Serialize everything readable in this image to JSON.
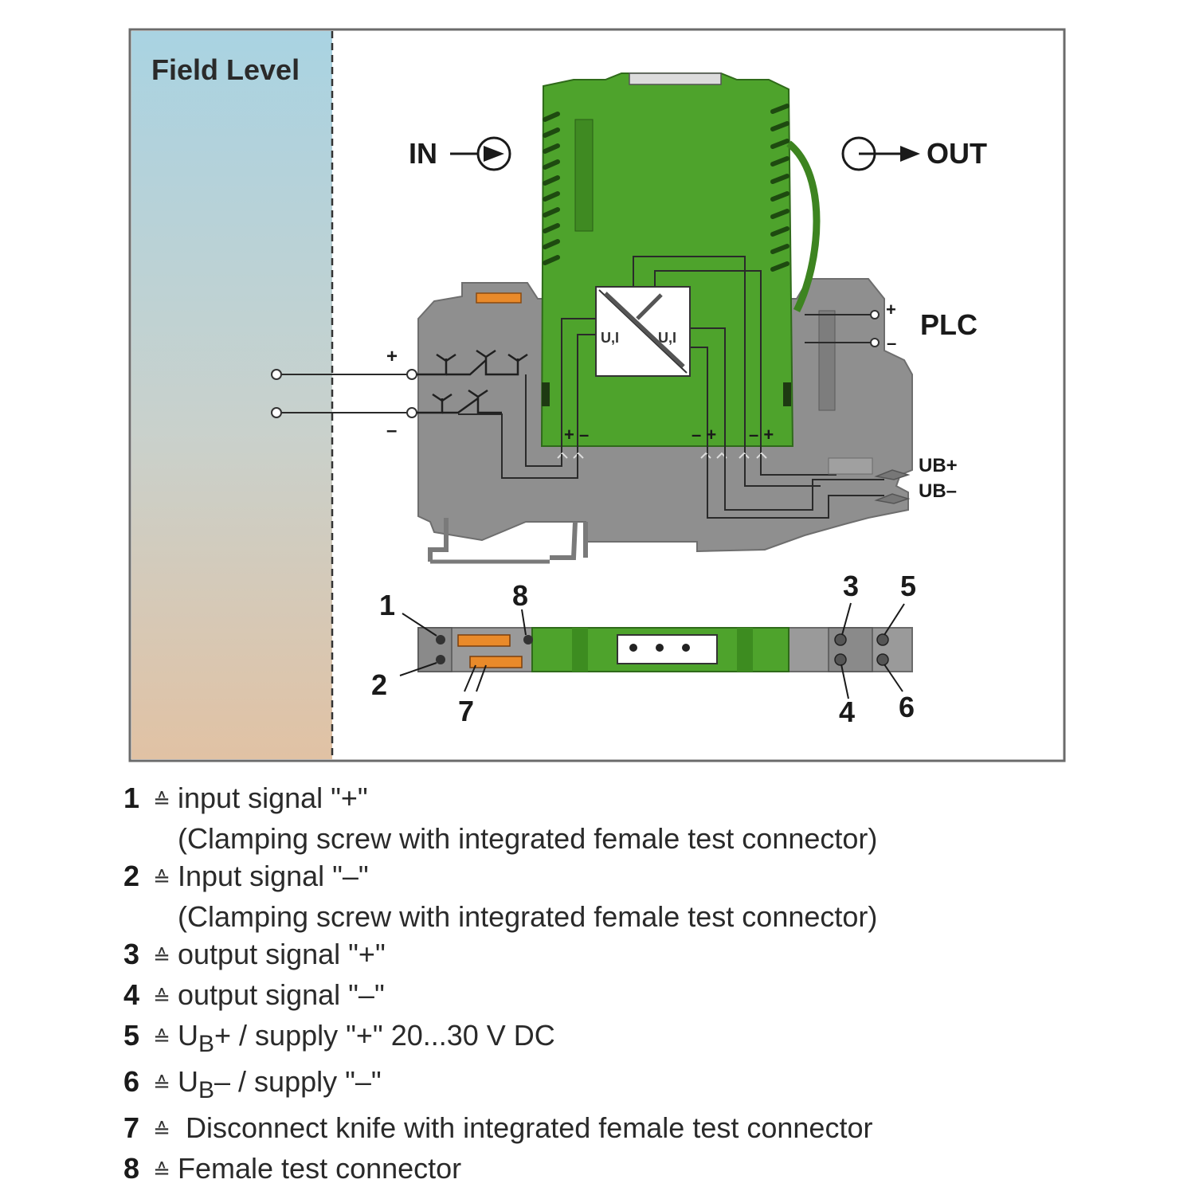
{
  "diagram": {
    "field_level": "Field Level",
    "in_label": "IN",
    "out_label": "OUT",
    "plc_label": "PLC",
    "plc_plus": "+",
    "plc_minus": "–",
    "field_plus": "+",
    "field_minus": "–",
    "ub_plus": "UB+",
    "ub_minus": "UB–",
    "converter_left": "U,I",
    "converter_right": "U,I",
    "term_pm_left": "+ –",
    "term_mp_right1": "– +",
    "term_mp_right2": "– +",
    "callouts": [
      "1",
      "2",
      "3",
      "4",
      "5",
      "6",
      "7",
      "8"
    ]
  },
  "colors": {
    "module_green": "#4ea32c",
    "housing_gray": "#8f8f8f",
    "field_top": "#a9d3e2",
    "field_bottom": "#e1c2a4",
    "orange": "#e98a2a"
  },
  "legend": [
    {
      "num": "1",
      "sym": "≙",
      "text": "input signal \"+\"",
      "sub": "(Clamping screw with integrated female test connector)"
    },
    {
      "num": "2",
      "sym": "≙",
      "text": "Input signal \"–\"",
      "sub": "(Clamping screw with integrated female test connector)"
    },
    {
      "num": "3",
      "sym": "≙",
      "text": "output signal \"+\""
    },
    {
      "num": "4",
      "sym": "≙",
      "text": "output signal \"–\""
    },
    {
      "num": "5",
      "sym": "≙",
      "text_pre": "U",
      "text_sub": "B",
      "text_post": "+ / supply \"+\" 20...30 V DC"
    },
    {
      "num": "6",
      "sym": "≙",
      "text_pre": "U",
      "text_sub": "B",
      "text_post": "– / supply \"–\""
    },
    {
      "num": "7",
      "sym": "≙",
      "text": " Disconnect knife with integrated female test connector"
    },
    {
      "num": "8",
      "sym": "≙",
      "text": "Female test connector"
    }
  ]
}
